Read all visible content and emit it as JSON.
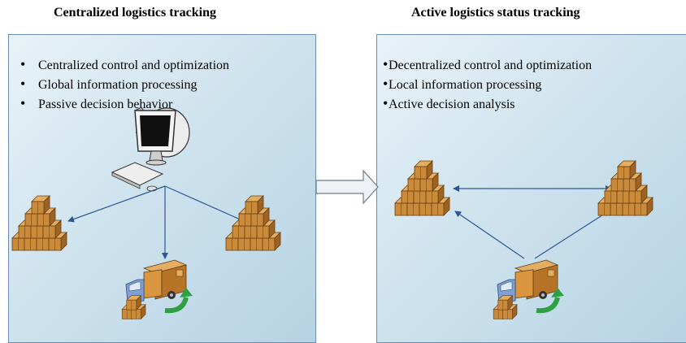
{
  "left": {
    "title": "Centralized logistics tracking",
    "bullets": [
      "Centralized control and optimization",
      "Global information processing",
      "Passive decision behavior"
    ]
  },
  "right": {
    "title": "Active logistics status tracking",
    "bullets": [
      "Decentralized control and optimization",
      "Local information processing",
      "Active decision analysis"
    ]
  },
  "colors": {
    "panel_border": "#6a8fb0",
    "connector": "#2f5597",
    "box_face": "#c98a3a",
    "box_top": "#e3ad62",
    "box_side": "#9c6322",
    "truck_cargo": "#d9953f",
    "truck_cab": "#7fa0d4",
    "turn_arrow": "#2ea043"
  },
  "icons": {
    "computer": "computer-icon",
    "box_stack": "box-stack-icon",
    "truck": "delivery-truck-icon",
    "flow_arrow": "right-arrow-icon"
  }
}
